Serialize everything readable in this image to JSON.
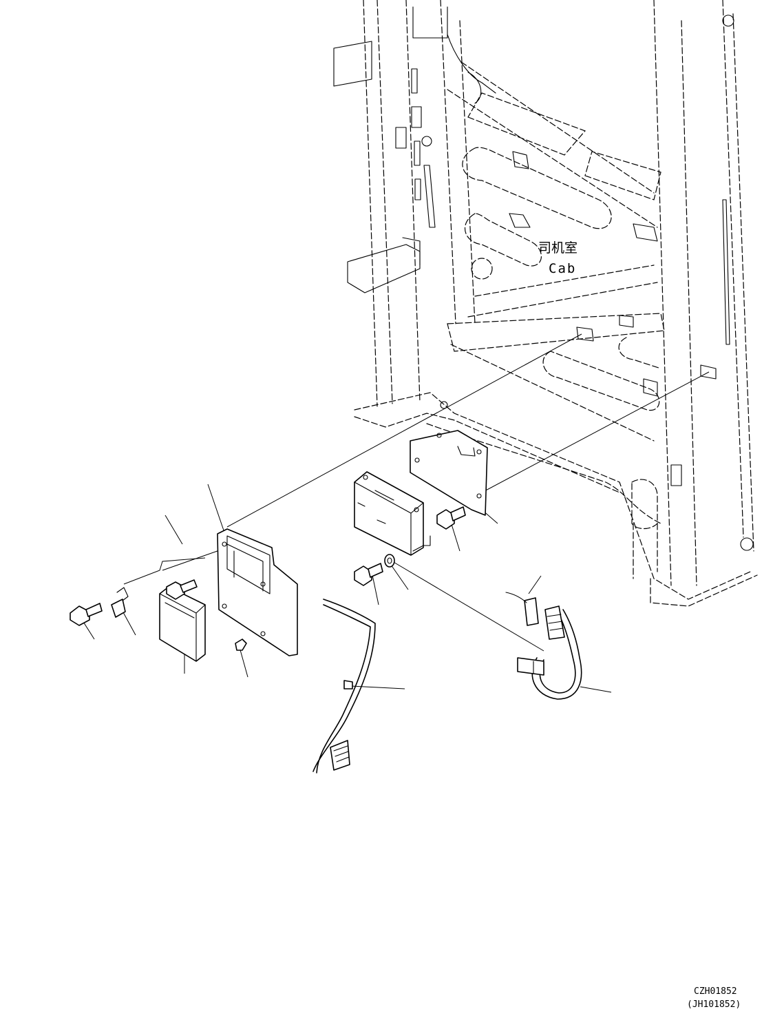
{
  "labels": {
    "cab_cn": "司机室",
    "cab_en": "Cab",
    "drawing_number": "CZH01852",
    "drawing_number_alt": "(JH101852)"
  }
}
